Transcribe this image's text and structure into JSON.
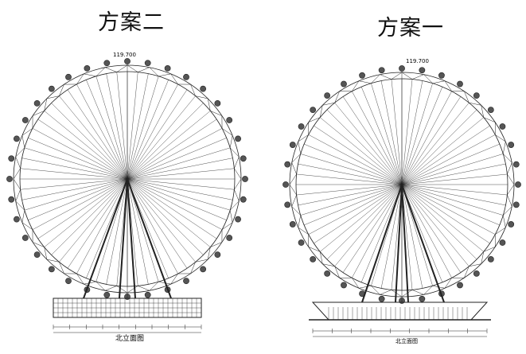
{
  "panels": [
    {
      "title": "方案二",
      "elevation_label": "119.700",
      "caption": "北立面图",
      "base": "rect"
    },
    {
      "title": "方案一",
      "elevation_label": "119.700",
      "caption": "北立面图",
      "base": "boat"
    }
  ],
  "colors": {
    "line": "#222222",
    "background": "#ffffff"
  }
}
